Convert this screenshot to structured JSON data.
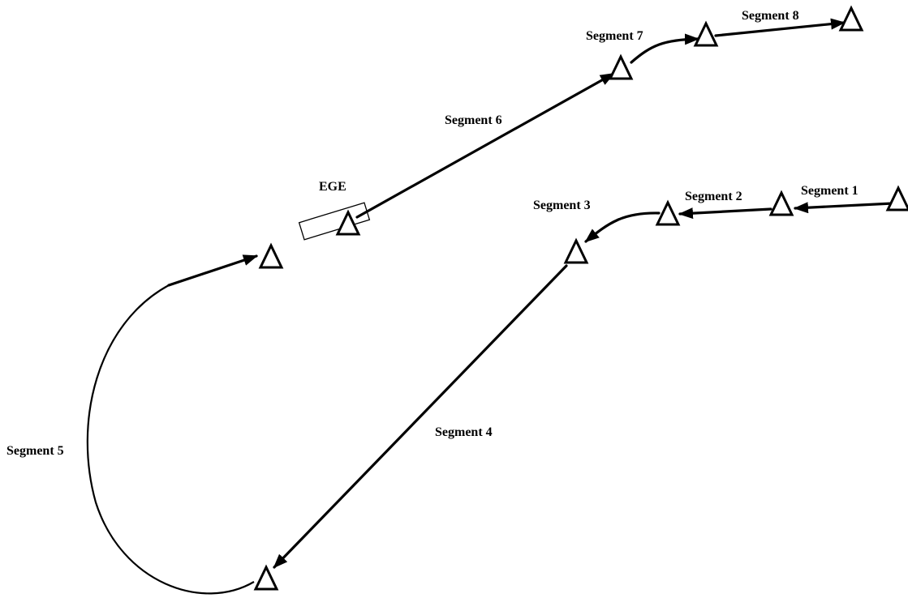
{
  "labels": {
    "segment_1": "Segment 1",
    "segment_2": "Segment 2",
    "segment_3": "Segment 3",
    "segment_4": "Segment 4",
    "segment_5": "Segment 5",
    "segment_6": "Segment 6",
    "segment_7": "Segment 7",
    "segment_8": "Segment 8",
    "ege": "EGE"
  },
  "colors": {
    "stroke": "#000000",
    "background": "#ffffff"
  }
}
